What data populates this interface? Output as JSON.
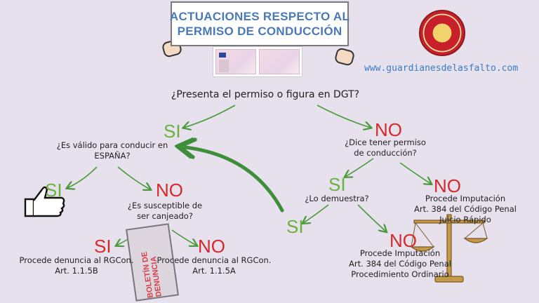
{
  "header": {
    "title_line1": "ACTUACIONES RESPECTO AL",
    "title_line2": "PERMISO DE CONDUCCIÓN"
  },
  "website": "www.guardianesdelasfalto.com",
  "flow": {
    "root_question": "¿Presenta el permiso o figura en DGT?",
    "left_branch": {
      "label": "SI",
      "question_line1": "¿Es válido para conducir en",
      "question_line2": "ESPAÑA?",
      "yes_label": "SI",
      "no_label": "NO",
      "sub_question_line1": "¿Es susceptible de",
      "sub_question_line2": "ser canjeado?",
      "sub_yes": {
        "label": "SI",
        "line1": "Procede denuncia al RGCon.",
        "line2": "Art. 1.1.5B"
      },
      "sub_no": {
        "label": "NO",
        "line1": "Procede denuncia al RGCon.",
        "line2": "Art. 1.1.5A"
      }
    },
    "right_branch": {
      "label": "NO",
      "question_line1": "¿Dice tener permiso",
      "question_line2": "de conducción?",
      "yes_label": "SI",
      "no_label": "NO",
      "no_result": {
        "line1": "Procede Imputación",
        "line2": "Art. 384 del Código Penal",
        "line3": "Juicio Rápido"
      },
      "prove_question": "¿Lo demuestra?",
      "prove_yes": "SI",
      "prove_no": {
        "label": "NO",
        "line1": "Procede Imputación",
        "line2": "Art. 384 del Código Penal",
        "line3": "Procedimiento Ordinario"
      }
    }
  },
  "bulletin_text": "BOLETÍN DE DENUNCIA",
  "colors": {
    "background": "#e7e0ed",
    "title": "#4a7ab5",
    "yes": "#6ab23e",
    "no": "#d42a2a",
    "arrow_green": "#4a9a3a",
    "website": "#3b7cc4"
  },
  "icons": [
    "thumbs-up-icon",
    "police-seal-icon",
    "scales-of-justice-icon",
    "bulletin-clipboard-icon"
  ]
}
